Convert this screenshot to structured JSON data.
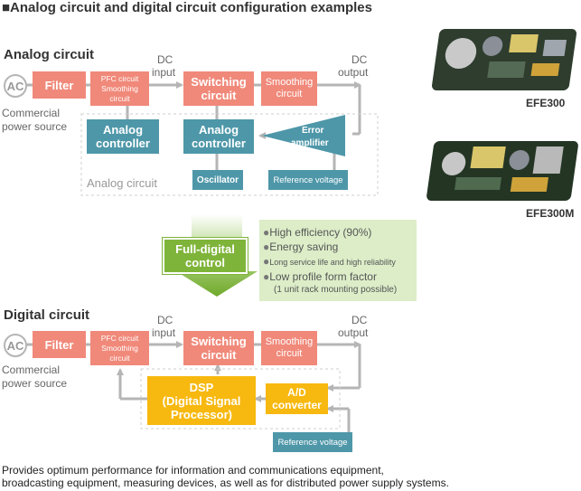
{
  "title": "■Analog circuit and digital circuit configuration examples",
  "analog": {
    "heading": "Analog circuit",
    "ac": "AC",
    "commercial_line1": "Commercial",
    "commercial_line2": "power source",
    "filter": "Filter",
    "pfc_line1": "PFC circuit",
    "pfc_line2": "Smoothing circuit",
    "dc_input_line1": "DC",
    "dc_input_line2": "input",
    "switching_line1": "Switching",
    "switching_line2": "circuit",
    "smoothing_line1": "Smoothing",
    "smoothing_line2": "circuit",
    "dc_output_line1": "DC",
    "dc_output_line2": "output",
    "analog_ctrl1_line1": "Analog",
    "analog_ctrl1_line2": "controller",
    "analog_ctrl2_line1": "Analog",
    "analog_ctrl2_line2": "controller",
    "error_line1": "Error",
    "error_line2": "amplifier",
    "oscillator": "Oscillator",
    "reference": "Reference voltage",
    "region_label": "Analog circuit"
  },
  "transition": {
    "full_digital_line1": "Full-digital",
    "full_digital_line2": "control",
    "benefits": [
      "High efficiency (90%)",
      "Energy saving",
      "Long service life and high reliability",
      "Low profile form factor"
    ],
    "benefit_note": "(1 unit rack mounting possible)"
  },
  "digital": {
    "heading": "Digital circuit",
    "ac": "AC",
    "commercial_line1": "Commercial",
    "commercial_line2": "power source",
    "filter": "Filter",
    "pfc_line1": "PFC circuit",
    "pfc_line2": "Smoothing circuit",
    "dc_input_line1": "DC",
    "dc_input_line2": "input",
    "switching_line1": "Switching",
    "switching_line2": "circuit",
    "smoothing_line1": "Smoothing",
    "smoothing_line2": "circuit",
    "dc_output_line1": "DC",
    "dc_output_line2": "output",
    "dsp_line1": "DSP",
    "dsp_line2": "(Digital Signal",
    "dsp_line3": "Processor)",
    "ad_line1": "A/D",
    "ad_line2": "converter",
    "reference": "Reference voltage"
  },
  "products": {
    "efe300": "EFE300",
    "efe300m": "EFE300M"
  },
  "footer_line1": "Provides optimum performance for information and communications equipment,",
  "footer_line2": "broadcasting equipment, measuring devices, as well as for distributed power supply systems.",
  "colors": {
    "salmon": "#f0897a",
    "teal": "#4e97a9",
    "yellow": "#f7b80f",
    "green": "#7fb43a",
    "benefit_bg": "#dcedc8",
    "connector": "#b5b5b5"
  }
}
